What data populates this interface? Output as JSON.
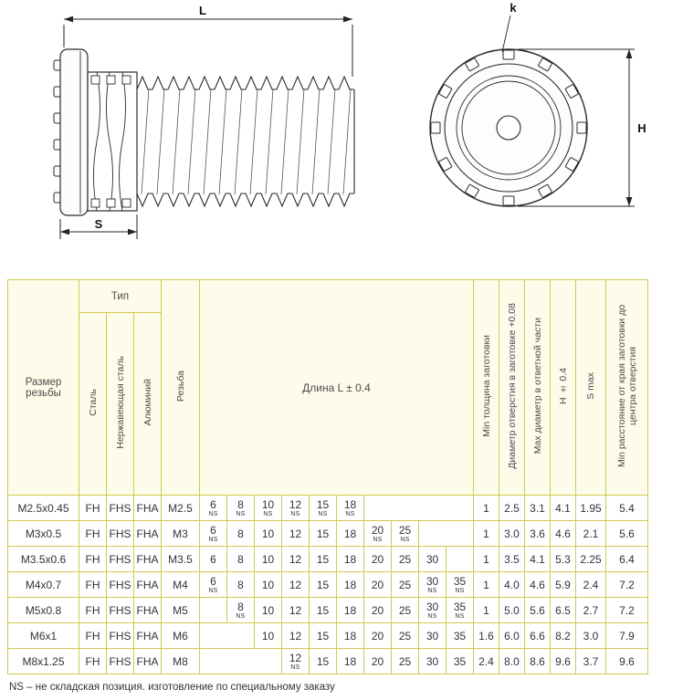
{
  "drawing": {
    "dim_l": "L",
    "dim_s": "S",
    "dim_h": "H",
    "dim_k": "k"
  },
  "table": {
    "headers": {
      "size": "Размер резьбы",
      "type_group": "Тип",
      "steel": "Сталь",
      "stainless": "Нержавеющая сталь",
      "aluminium": "Алюминий",
      "thread": "Резьба",
      "length": "Длина L ± 0.4",
      "min_thickness": "Min толщина заготовки",
      "hole_dia": "Диаметр отверстия в заготовке +0.08",
      "max_dia": "Max диаметр в ответной части",
      "h": "H ± 0.4",
      "s_max": "S max",
      "min_edge": "Min расстояние от края заготовки до центра отверстия"
    },
    "ns_mark": "NS",
    "rows": [
      {
        "size": "M2.5x0.45",
        "steel": "FH",
        "stainless": "FHS",
        "aluminium": "FHA",
        "thread": "M2.5",
        "lengths": [
          {
            "v": "6",
            "ns": true
          },
          {
            "v": "8",
            "ns": true
          },
          {
            "v": "10",
            "ns": true
          },
          {
            "v": "12",
            "ns": true
          },
          {
            "v": "15",
            "ns": true
          },
          {
            "v": "18",
            "ns": true
          },
          null,
          null,
          null,
          null
        ],
        "min_thickness": "1",
        "hole_dia": "2.5",
        "max_dia": "3.1",
        "h": "4.1",
        "s_max": "1.95",
        "min_edge": "5.4"
      },
      {
        "size": "M3x0.5",
        "steel": "FH",
        "stainless": "FHS",
        "aluminium": "FHA",
        "thread": "M3",
        "lengths": [
          {
            "v": "6",
            "ns": true
          },
          {
            "v": "8",
            "ns": false
          },
          {
            "v": "10",
            "ns": false
          },
          {
            "v": "12",
            "ns": false
          },
          {
            "v": "15",
            "ns": false
          },
          {
            "v": "18",
            "ns": false
          },
          {
            "v": "20",
            "ns": true
          },
          {
            "v": "25",
            "ns": true
          },
          null,
          null
        ],
        "min_thickness": "1",
        "hole_dia": "3.0",
        "max_dia": "3.6",
        "h": "4.6",
        "s_max": "2.1",
        "min_edge": "5.6"
      },
      {
        "size": "M3.5x0.6",
        "steel": "FH",
        "stainless": "FHS",
        "aluminium": "FHA",
        "thread": "M3.5",
        "lengths": [
          {
            "v": "6",
            "ns": false
          },
          {
            "v": "8",
            "ns": false
          },
          {
            "v": "10",
            "ns": false
          },
          {
            "v": "12",
            "ns": false
          },
          {
            "v": "15",
            "ns": false
          },
          {
            "v": "18",
            "ns": false
          },
          {
            "v": "20",
            "ns": false
          },
          {
            "v": "25",
            "ns": false
          },
          {
            "v": "30",
            "ns": false
          },
          null
        ],
        "min_thickness": "1",
        "hole_dia": "3.5",
        "max_dia": "4.1",
        "h": "5.3",
        "s_max": "2.25",
        "min_edge": "6.4"
      },
      {
        "size": "M4x0.7",
        "steel": "FH",
        "stainless": "FHS",
        "aluminium": "FHA",
        "thread": "M4",
        "lengths": [
          {
            "v": "6",
            "ns": true
          },
          {
            "v": "8",
            "ns": false
          },
          {
            "v": "10",
            "ns": false
          },
          {
            "v": "12",
            "ns": false
          },
          {
            "v": "15",
            "ns": false
          },
          {
            "v": "18",
            "ns": false
          },
          {
            "v": "20",
            "ns": false
          },
          {
            "v": "25",
            "ns": false
          },
          {
            "v": "30",
            "ns": true
          },
          {
            "v": "35",
            "ns": true
          }
        ],
        "min_thickness": "1",
        "hole_dia": "4.0",
        "max_dia": "4.6",
        "h": "5.9",
        "s_max": "2.4",
        "min_edge": "7.2"
      },
      {
        "size": "M5x0.8",
        "steel": "FH",
        "stainless": "FHS",
        "aluminium": "FHA",
        "thread": "M5",
        "lengths": [
          null,
          {
            "v": "8",
            "ns": true
          },
          {
            "v": "10",
            "ns": false
          },
          {
            "v": "12",
            "ns": false
          },
          {
            "v": "15",
            "ns": false
          },
          {
            "v": "18",
            "ns": false
          },
          {
            "v": "20",
            "ns": false
          },
          {
            "v": "25",
            "ns": false
          },
          {
            "v": "30",
            "ns": true
          },
          {
            "v": "35",
            "ns": true
          }
        ],
        "min_thickness": "1",
        "hole_dia": "5.0",
        "max_dia": "5.6",
        "h": "6.5",
        "s_max": "2.7",
        "min_edge": "7.2"
      },
      {
        "size": "M6x1",
        "steel": "FH",
        "stainless": "FHS",
        "aluminium": "FHA",
        "thread": "M6",
        "lengths": [
          null,
          null,
          {
            "v": "10",
            "ns": false
          },
          {
            "v": "12",
            "ns": false
          },
          {
            "v": "15",
            "ns": false
          },
          {
            "v": "18",
            "ns": false
          },
          {
            "v": "20",
            "ns": false
          },
          {
            "v": "25",
            "ns": false
          },
          {
            "v": "30",
            "ns": false
          },
          {
            "v": "35",
            "ns": false
          }
        ],
        "min_thickness": "1.6",
        "hole_dia": "6.0",
        "max_dia": "6.6",
        "h": "8.2",
        "s_max": "3.0",
        "min_edge": "7.9"
      },
      {
        "size": "M8x1.25",
        "steel": "FH",
        "stainless": "FHS",
        "aluminium": "FHA",
        "thread": "M8",
        "lengths": [
          null,
          null,
          null,
          {
            "v": "12",
            "ns": true
          },
          {
            "v": "15",
            "ns": false
          },
          {
            "v": "18",
            "ns": false
          },
          {
            "v": "20",
            "ns": false
          },
          {
            "v": "25",
            "ns": false
          },
          {
            "v": "30",
            "ns": false
          },
          {
            "v": "35",
            "ns": false
          }
        ],
        "min_thickness": "2.4",
        "hole_dia": "8.0",
        "max_dia": "8.6",
        "h": "9.6",
        "s_max": "3.7",
        "min_edge": "9.6"
      }
    ],
    "footnote": "NS – не складская позиция. изготовление по специальному заказу"
  }
}
